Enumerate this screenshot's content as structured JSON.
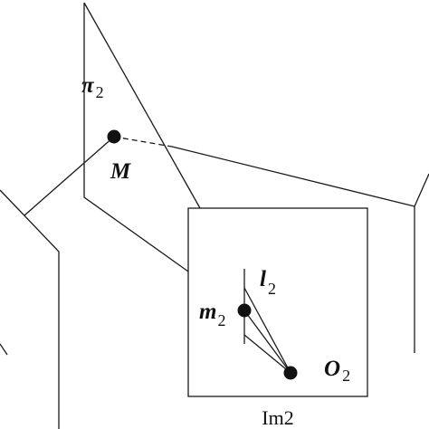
{
  "labels": {
    "plane": "π",
    "plane_sub": "2",
    "point_3d": "M",
    "image_point": "m",
    "image_point_sub": "2",
    "epipolar_line": "l",
    "epipolar_line_sub": "2",
    "optical_center": "O",
    "optical_center_sub": "2",
    "image_caption": "Im2"
  },
  "colors": {
    "stroke": "#1a1a1a",
    "point": "#111111",
    "background": "#ffffff"
  }
}
